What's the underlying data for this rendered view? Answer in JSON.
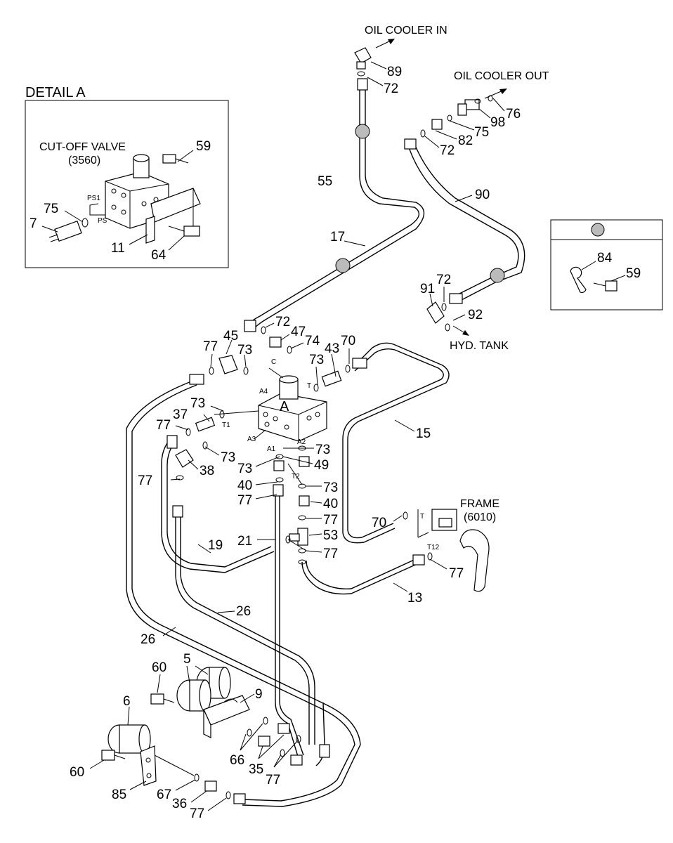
{
  "detail": {
    "title": "DETAIL A",
    "valve_name": "CUT-OFF VALVE",
    "valve_code": "(3560)",
    "port_ps1": "PS1",
    "port_ps": "PS"
  },
  "flows": {
    "oil_cooler_in": "OIL COOLER IN",
    "oil_cooler_out": "OIL COOLER OUT",
    "hyd_tank": "HYD. TANK",
    "frame_name": "FRAME",
    "frame_code": "(6010)"
  },
  "block": {
    "letter": "A",
    "ports": {
      "a1": "A1",
      "a2": "A2",
      "a3": "A3",
      "a4": "A4",
      "t": "T",
      "t1": "T1",
      "t2": "T2",
      "c": "C",
      "t12": "T12",
      "t_frame": "T"
    }
  },
  "callouts": {
    "c59a": "59",
    "c75a": "75",
    "c7": "7",
    "c11": "11",
    "c64": "64",
    "c89": "89",
    "c72a": "72",
    "c76": "76",
    "c98": "98",
    "c75b": "75",
    "c82": "82",
    "c72b": "72",
    "c55": "55",
    "c90": "90",
    "c17": "17",
    "c84": "84",
    "c59b": "59",
    "c91": "91",
    "c72c": "72",
    "c92": "92",
    "c72d": "72",
    "c47": "47",
    "c74": "74",
    "c45": "45",
    "c77a": "77",
    "c73a": "73",
    "c73b": "73",
    "c43": "43",
    "c70a": "70",
    "c73c": "73",
    "c37": "37",
    "c77b": "77",
    "c73d": "73",
    "c38": "38",
    "c73e": "73",
    "c49": "49",
    "c73f": "73",
    "c40a": "40",
    "c77c": "77",
    "c73g": "73",
    "c77d": "77",
    "c40b": "40",
    "c15": "15",
    "c70b": "70",
    "c77e": "77",
    "c53": "53",
    "c21": "21",
    "c19": "19",
    "c77f": "77",
    "c77g": "77",
    "c13": "13",
    "c26a": "26",
    "c26b": "26",
    "c5": "5",
    "c60a": "60",
    "c9": "9",
    "c6": "6",
    "c66": "66",
    "c35": "35",
    "c77h": "77",
    "c60b": "60",
    "c85": "85",
    "c67": "67",
    "c36": "36",
    "c77i": "77"
  }
}
